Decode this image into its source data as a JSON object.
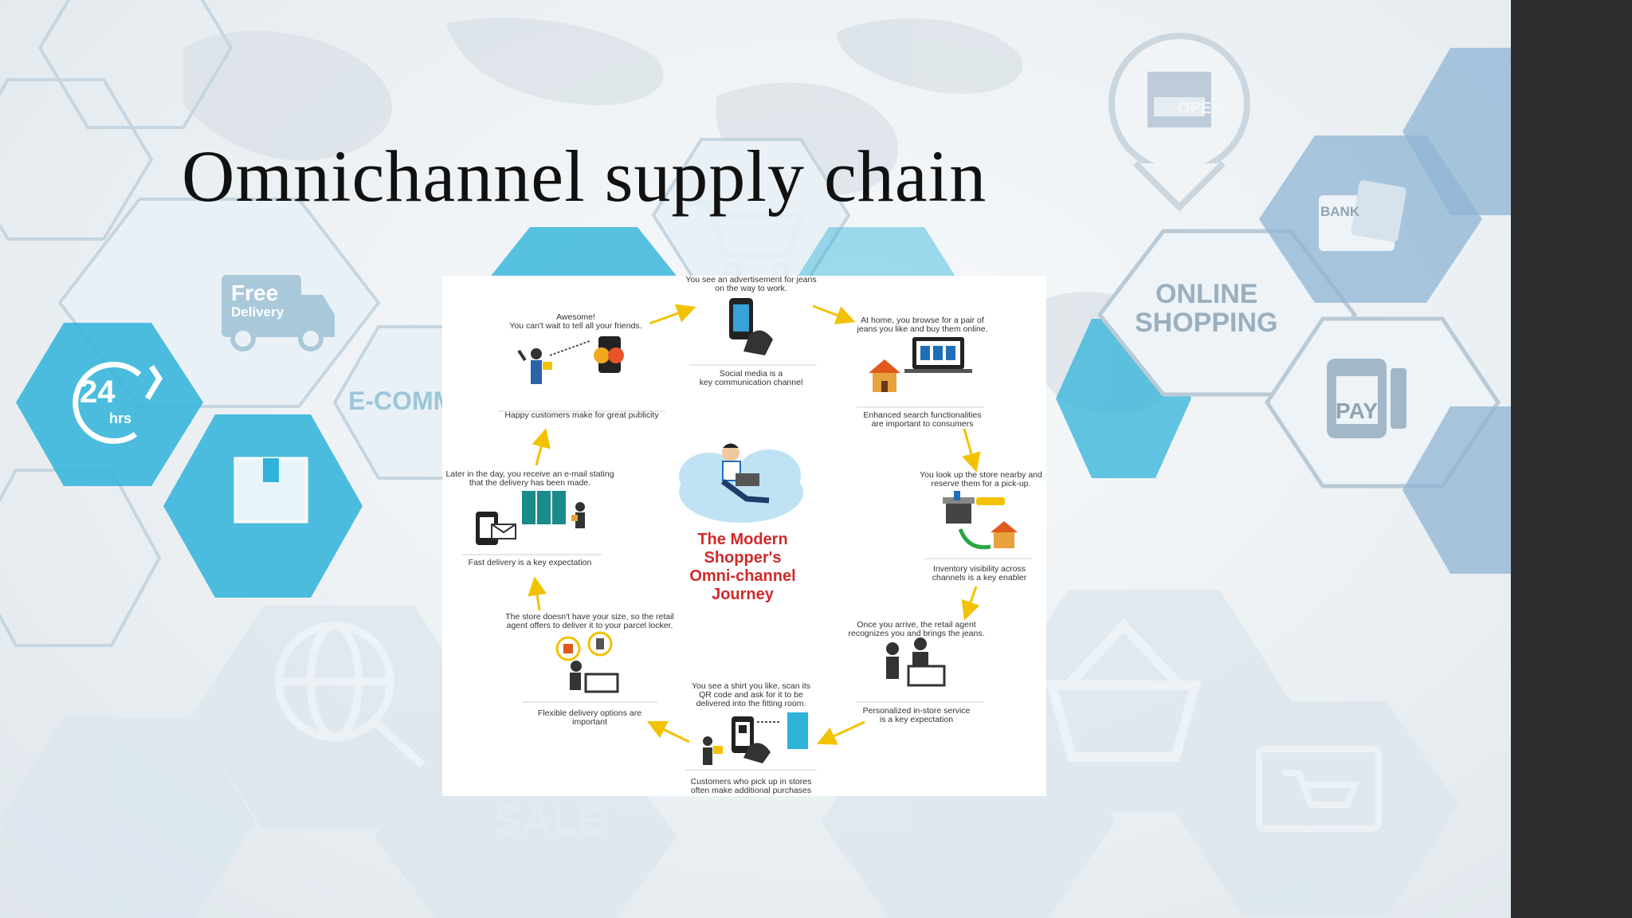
{
  "slide": {
    "title": "Omnichannel supply chain"
  },
  "background_labels": {
    "free": "Free",
    "delivery": "Delivery",
    "hours": "24",
    "hrs": "hrs",
    "ecomm": "E-COMM",
    "open": "OPEN",
    "online": "ONLINE",
    "shopping": "SHOPPING",
    "bank": "BANK",
    "pay": "PAY",
    "sale": "SALE"
  },
  "infographic": {
    "center_title": [
      "The Modern",
      "Shopper's",
      "Omni-channel",
      "Journey"
    ],
    "steps": [
      {
        "top": [
          "You see an advertisement for jeans",
          "on the way to work."
        ],
        "bottom": [
          "Social media is a",
          "key communication channel"
        ]
      },
      {
        "top": [
          "At home, you browse for a pair of",
          "jeans you like and buy them online."
        ],
        "bottom": [
          "Enhanced search functionalities",
          "are important to consumers"
        ]
      },
      {
        "top": [
          "You look up the store nearby and",
          "reserve them for a pick-up."
        ],
        "bottom": [
          "Inventory visibility across",
          "channels is a key enabler"
        ]
      },
      {
        "top": [
          "Once you arrive, the retail agent",
          "recognizes you and brings the jeans."
        ],
        "bottom": [
          "Personalized in-store service",
          "is a key expectation"
        ]
      },
      {
        "top": [
          "You see a shirt you like, scan its",
          "QR code and ask for it to be",
          "delivered into the fitting room."
        ],
        "bottom": [
          "Customers who pick up in stores",
          "often make additional purchases"
        ]
      },
      {
        "top": [
          "The store doesn't have your size, so the retail",
          "agent offers to deliver it to your parcel locker."
        ],
        "bottom": [
          "Flexible delivery options are",
          "important"
        ]
      },
      {
        "top": [
          "Later in the day, you receive an e-mail stating",
          "that the delivery has been made."
        ],
        "bottom": [
          "Fast delivery is a key expectation"
        ]
      },
      {
        "top": [
          "Awesome!",
          "You can't wait to tell all your friends."
        ],
        "bottom": [
          "Happy customers make for great publicity"
        ]
      }
    ]
  },
  "colors": {
    "accent_blue": "#2fb3d9",
    "hex_outline": "#b9cad6",
    "hex_fill": "#cfdde7",
    "arrow_yellow": "#f2c200",
    "title_red": "#d12a2a",
    "side_bar": "#2c2c2e"
  },
  "icons": [
    "truck-icon",
    "phone-24h-icon",
    "box-icon",
    "cart-icon",
    "store-open-icon",
    "bank-card-icon",
    "pay-phone-icon",
    "basket-icon",
    "globe-search-icon",
    "cloud-person-icon",
    "smartphone-icon",
    "laptop-icon",
    "house-icon",
    "locker-icon",
    "email-icon",
    "shopkeeper-icon",
    "qr-scan-icon",
    "emoji-icon"
  ]
}
